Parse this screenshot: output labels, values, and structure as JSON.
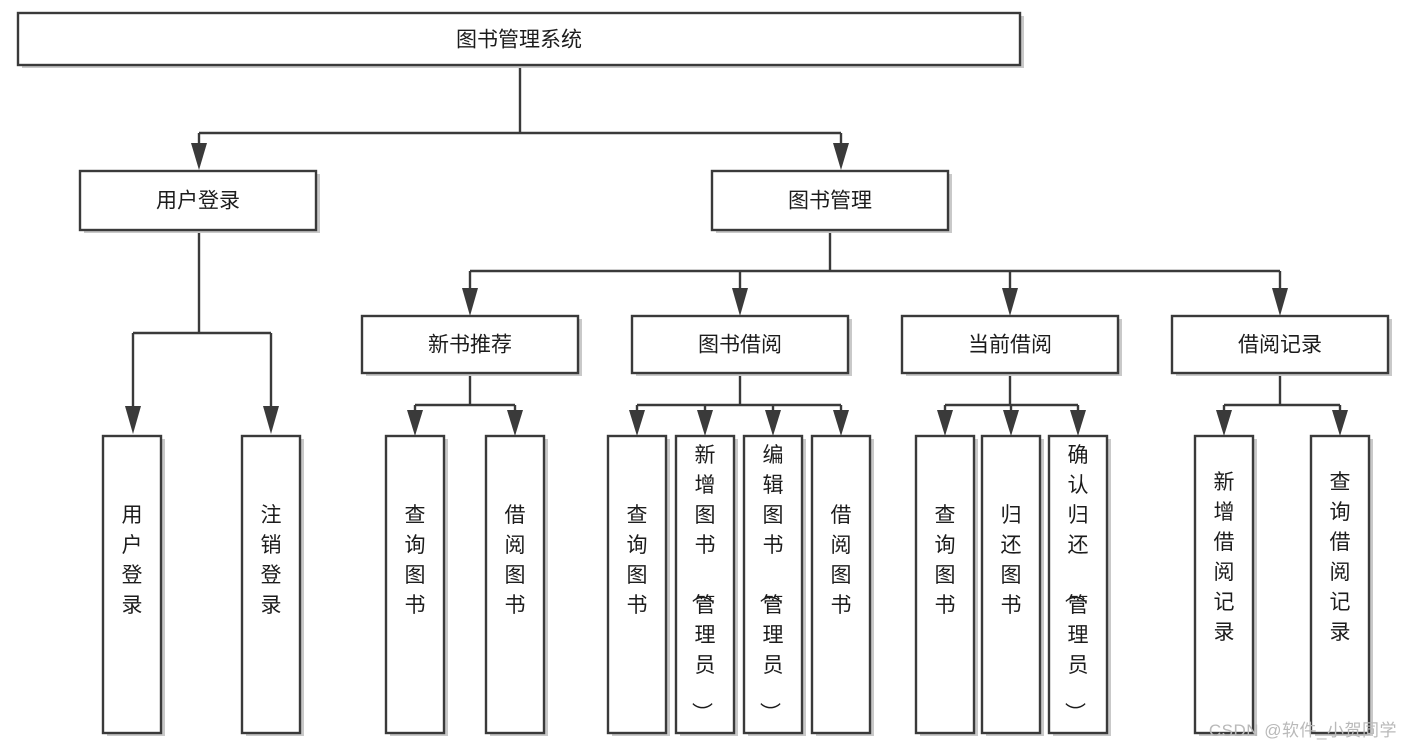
{
  "diagram": {
    "type": "tree-hierarchy-chart",
    "title": "图书管理系统",
    "watermark": "CSDN @软件_小贺同学",
    "colors": {
      "stroke": "#3a3a3a",
      "fill": "#ffffff",
      "text": "#1c1c1c",
      "shadow": "#c9c9c9",
      "watermark": "#b9b9b9"
    },
    "levels": [
      {
        "level": 1,
        "nodes": [
          {
            "id": "root",
            "label": "图书管理系统",
            "orientation": "horizontal"
          }
        ]
      },
      {
        "level": 2,
        "nodes": [
          {
            "id": "login",
            "label": "用户登录",
            "orientation": "horizontal",
            "parent": "root"
          },
          {
            "id": "bookmgmt",
            "label": "图书管理",
            "orientation": "horizontal",
            "parent": "root"
          }
        ]
      },
      {
        "level": 3,
        "nodes": [
          {
            "id": "newbook",
            "label": "新书推荐",
            "orientation": "horizontal",
            "parent": "bookmgmt"
          },
          {
            "id": "borrow",
            "label": "图书借阅",
            "orientation": "horizontal",
            "parent": "bookmgmt"
          },
          {
            "id": "current",
            "label": "当前借阅",
            "orientation": "horizontal",
            "parent": "bookmgmt"
          },
          {
            "id": "records",
            "label": "借阅记录",
            "orientation": "horizontal",
            "parent": "bookmgmt"
          }
        ]
      },
      {
        "level": 4,
        "nodes": [
          {
            "id": "leaf-1",
            "label": "用户登录",
            "orientation": "vertical",
            "parent": "login"
          },
          {
            "id": "leaf-2",
            "label": "注销登录",
            "orientation": "vertical",
            "parent": "login"
          },
          {
            "id": "leaf-3",
            "label": "查询图书",
            "orientation": "vertical",
            "parent": "newbook"
          },
          {
            "id": "leaf-4",
            "label": "借阅图书",
            "orientation": "vertical",
            "parent": "newbook"
          },
          {
            "id": "leaf-5",
            "label": "查询图书",
            "orientation": "vertical",
            "parent": "borrow"
          },
          {
            "id": "leaf-6",
            "label": "新增图书（管理员）",
            "orientation": "vertical",
            "parent": "borrow"
          },
          {
            "id": "leaf-7",
            "label": "编辑图书（管理员）",
            "orientation": "vertical",
            "parent": "borrow"
          },
          {
            "id": "leaf-8",
            "label": "借阅图书",
            "orientation": "vertical",
            "parent": "borrow"
          },
          {
            "id": "leaf-9",
            "label": "查询图书",
            "orientation": "vertical",
            "parent": "current"
          },
          {
            "id": "leaf-10",
            "label": "归还图书",
            "orientation": "vertical",
            "parent": "current"
          },
          {
            "id": "leaf-11",
            "label": "确认归还（管理员）",
            "orientation": "vertical",
            "parent": "current"
          },
          {
            "id": "leaf-12",
            "label": "新增借阅记录",
            "orientation": "vertical",
            "parent": "records"
          },
          {
            "id": "leaf-13",
            "label": "查询借阅记录",
            "orientation": "vertical",
            "parent": "records"
          }
        ]
      }
    ]
  }
}
